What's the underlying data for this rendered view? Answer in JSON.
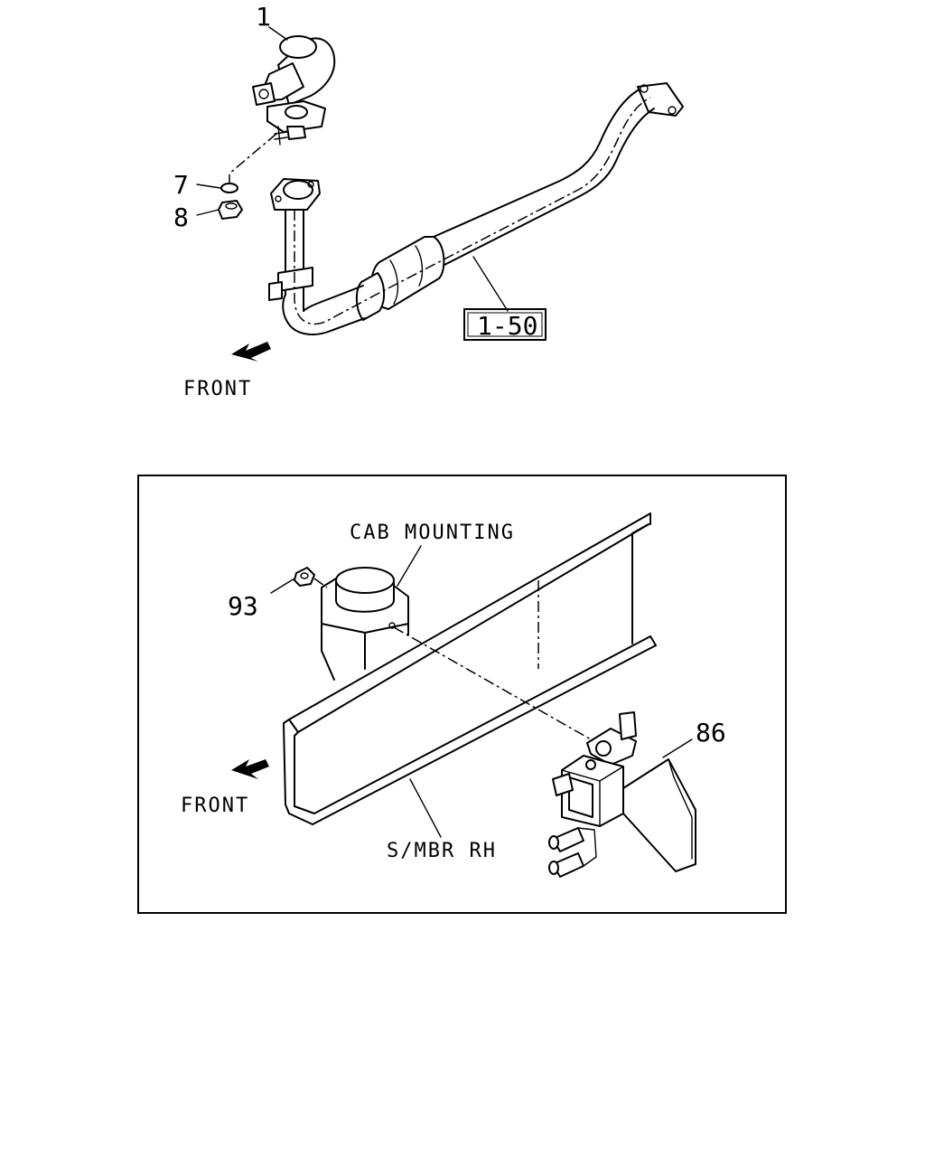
{
  "top_view": {
    "callouts": {
      "item_1": "1",
      "item_7": "7",
      "item_8": "8",
      "ref_box": "1-50"
    },
    "front_label": "FRONT"
  },
  "inset_view": {
    "callouts": {
      "item_93": "93",
      "item_86": "86"
    },
    "cab_mounting_label": "CAB MOUNTING",
    "side_member_label": "S/MBR RH",
    "front_label": "FRONT"
  }
}
